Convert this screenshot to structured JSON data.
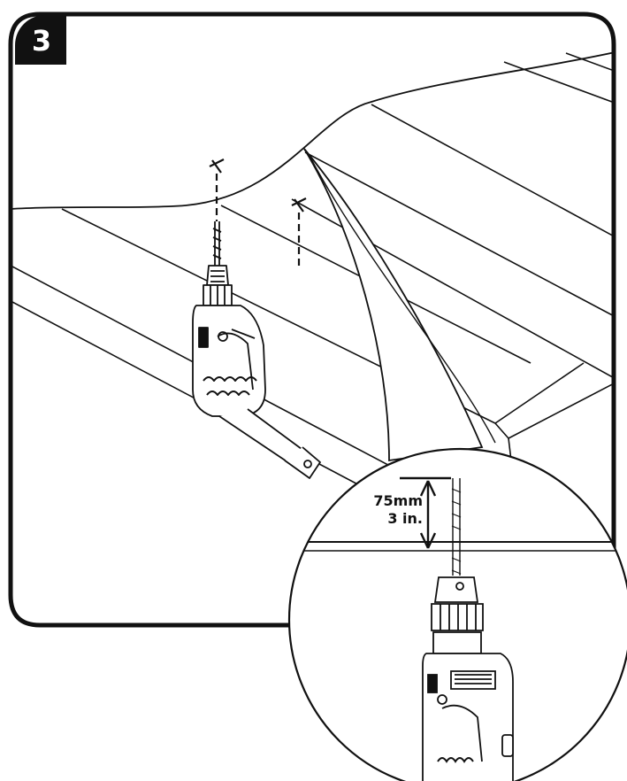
{
  "step": {
    "number": "3"
  },
  "dimension": {
    "metric": "75mm",
    "imperial": "3 in."
  },
  "icons": [
    "drill-icon",
    "drill-position-mark-icon",
    "dimension-arrow-icon"
  ],
  "colors": {
    "line": "#111111",
    "background": "#ffffff"
  }
}
